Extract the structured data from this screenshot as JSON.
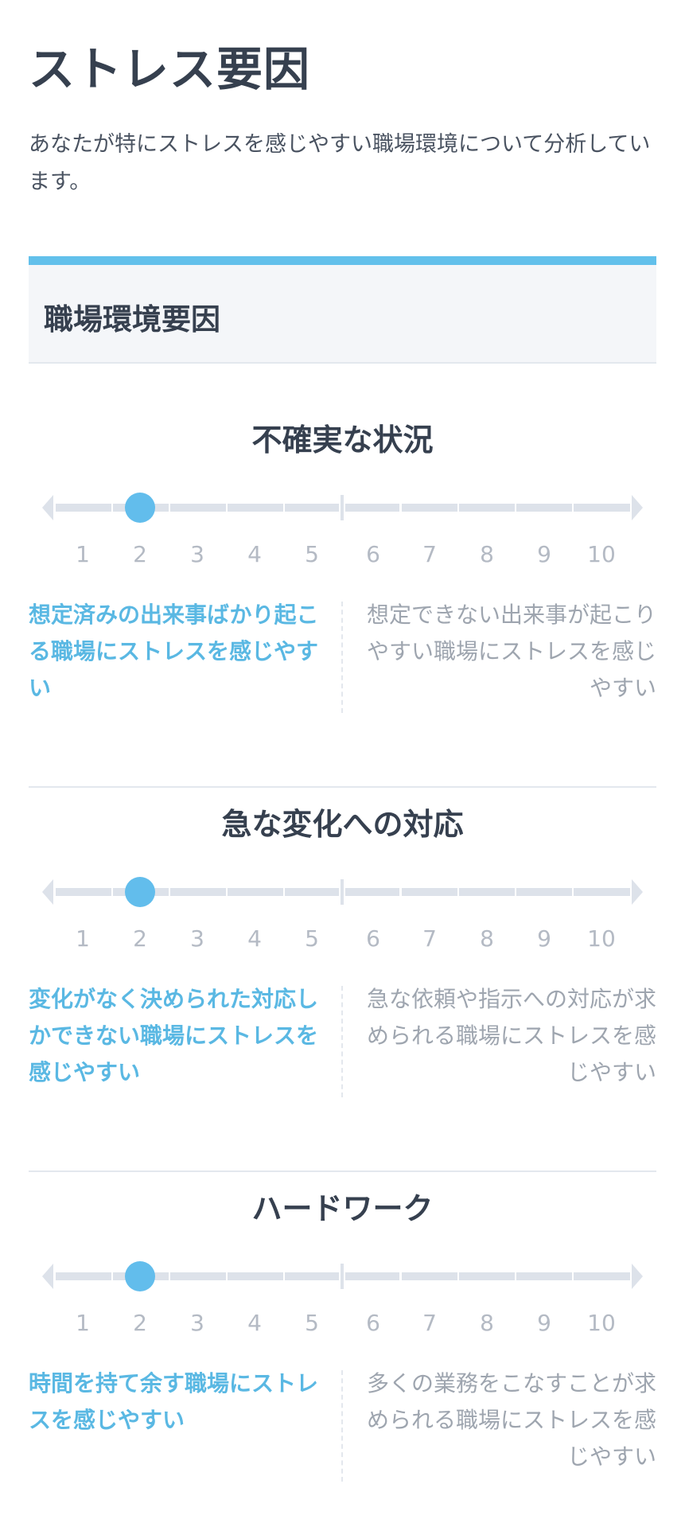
{
  "page": {
    "title": "ストレス要因",
    "description": "あなたが特にストレスを感じやすい職場環境について分析しています。"
  },
  "section": {
    "title": "職場環境要因"
  },
  "scale": {
    "min": 1,
    "max": 10,
    "labels": [
      "1",
      "2",
      "3",
      "4",
      "5",
      "6",
      "7",
      "8",
      "9",
      "10"
    ]
  },
  "colors": {
    "accent": "#62c0eb",
    "track": "#dde2ea",
    "text_primary": "#36404f",
    "text_muted": "#9ea5af"
  },
  "factors": [
    {
      "title": "不確実な状況",
      "score": 2,
      "left_text": "想定済みの出来事ばかり起こる職場にストレスを感じやすい",
      "right_text": "想定できない出来事が起こりやすい職場にストレスを感じやすい"
    },
    {
      "title": "急な変化への対応",
      "score": 2,
      "left_text": "変化がなく決められた対応しかできない職場にストレスを感じやすい",
      "right_text": "急な依頼や指示への対応が求められる職場にストレスを感じやすい"
    },
    {
      "title": "ハードワーク",
      "score": 2,
      "left_text": "時間を持て余す職場にストレスを感じやすい",
      "right_text": "多くの業務をこなすことが求められる職場にストレスを感じやすい"
    }
  ]
}
